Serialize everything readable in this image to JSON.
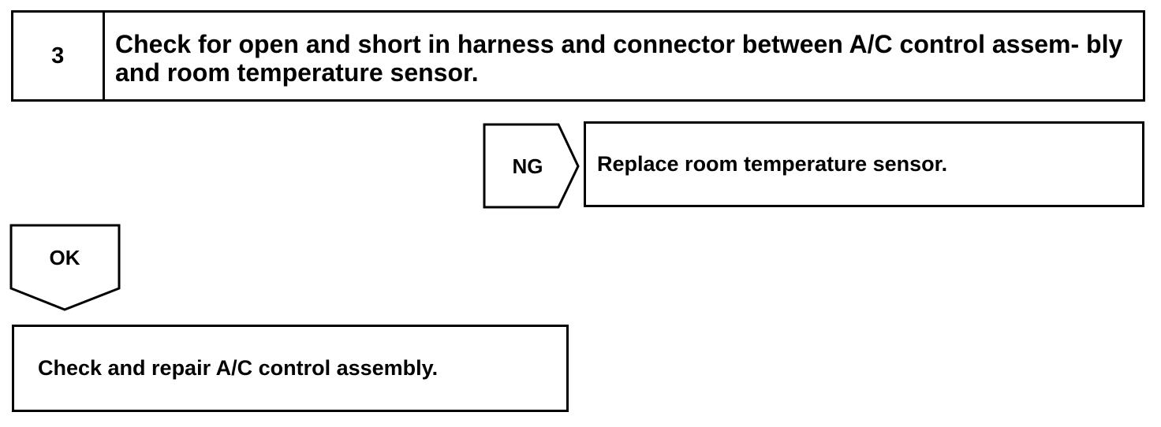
{
  "step": {
    "number": "3",
    "text": "Check for open and short in harness and connector between A/C control assem- bly and room temperature sensor."
  },
  "ng_branch": {
    "label": "NG",
    "action": "Replace room temperature sensor."
  },
  "ok_branch": {
    "label": "OK",
    "action": "Check and repair A/C control assembly."
  }
}
